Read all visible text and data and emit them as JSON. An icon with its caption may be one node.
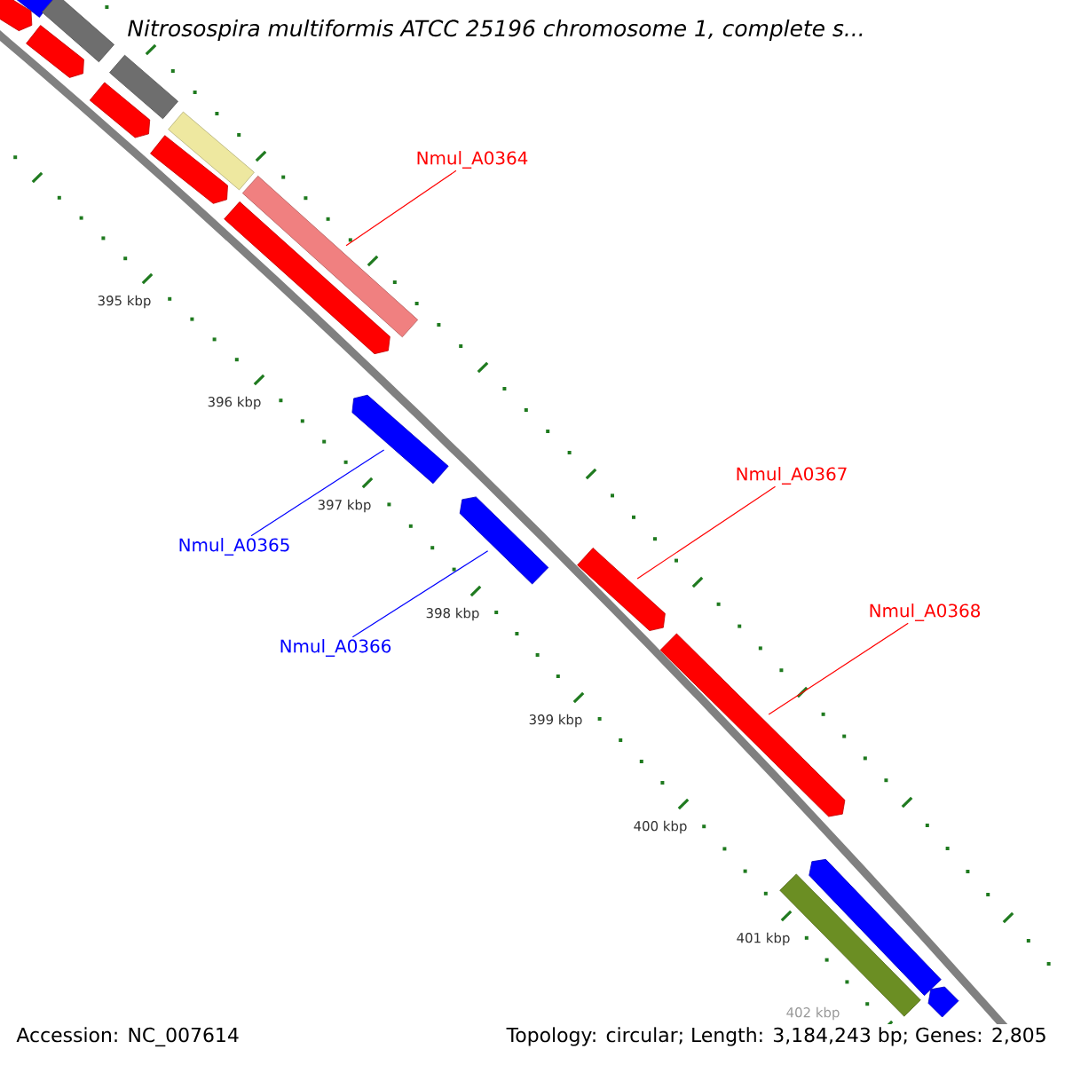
{
  "diagram": {
    "title": "Nitrosospira multiformis ATCC 25196 chromosome 1, complete s...",
    "nodes": [
      {
        "text": [
          "Nmul_A0364"
        ]
      },
      {
        "text": [],
        "shape": "box"
      },
      {
        "text": [
          "Nmul_A0365"
        ]
      },
      {
        "text": [],
        "shape": "arrow"
      },
      {
        "text": [
          "Nmul_A0366"
        ]
      },
      {
        "text": [],
        "shape": "arrow"
      },
      {
        "text": [
          "Nmul_A0367"
        ]
      },
      {
        "text": [],
        "shape": "arrow"
      },
      {
        "text": [
          "Nmul_A0368"
        ]
      },
      {
        "text": [],
        "shape": "arrow"
      },
      {
        "text": [],
        "shape": "arrow"
      },
      {
        "text": [],
        "shape": "arrow"
      },
      {
        "text": [],
        "shape": "box"
      },
      {
        "text": [],
        "shape": "arrow"
      },
      {
        "text": [],
        "shape": "box"
      },
      {
        "text": [],
        "shape": "arrow"
      },
      {
        "text": [],
        "shape": "box"
      },
      {
        "text": [],
        "shape": "arrow"
      },
      {
        "text": [],
        "shape": "arrow"
      },
      {
        "text": [],
        "shape": "arrow"
      },
      {
        "text": [],
        "shape": "box"
      },
      {
        "text": [],
        "shape": "arrow"
      }
    ],
    "edges": [
      {
        "from": 0,
        "to": 1,
        "arrow": "none"
      },
      {
        "from": 2,
        "to": 3,
        "arrow": "none",
        "color": "#0000ff"
      },
      {
        "from": 4,
        "to": 5,
        "arrow": "none",
        "color": "#0000ff"
      },
      {
        "from": 6,
        "to": 7,
        "arrow": "none"
      },
      {
        "from": 8,
        "to": 9,
        "arrow": "none"
      }
    ],
    "labels": [
      "395 kbp",
      "396 kbp",
      "397 kbp",
      "398 kbp",
      "399 kbp",
      "400 kbp",
      "401 kbp",
      "402 kbp",
      "Accession: NC_007614",
      "Topology: circular; Length: 3,184,243 bp; Genes: 2,805"
    ]
  }
}
